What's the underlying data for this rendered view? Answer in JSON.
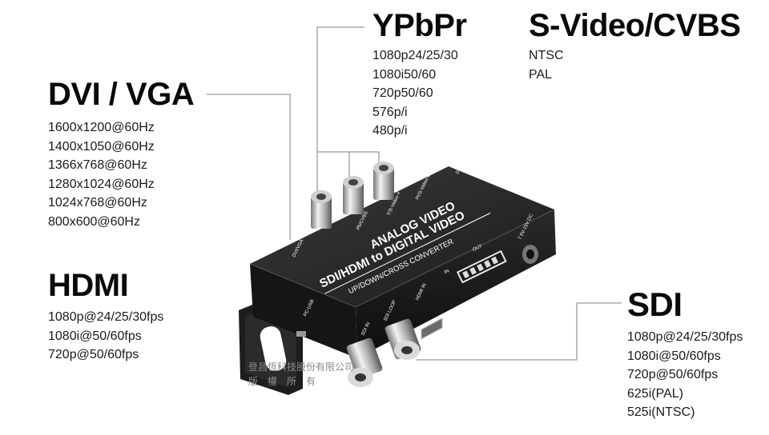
{
  "sections": {
    "dvi": {
      "title": "DVI / VGA",
      "items": [
        "1600x1200@60Hz",
        "1400x1050@60Hz",
        "1366x768@60Hz",
        "1280x1024@60Hz",
        "1024x768@60Hz",
        "800x600@60Hz"
      ]
    },
    "ypbpr": {
      "title": "YPbPr",
      "items": [
        "1080p24/25/30",
        "1080i50/60",
        "720p50/60",
        "576p/i",
        "480p/i"
      ]
    },
    "svideo": {
      "title": "S-Video/CVBS",
      "items": [
        "NTSC",
        "PAL"
      ]
    },
    "hdmi": {
      "title": "HDMI",
      "items": [
        "1080p@24/25/30fps",
        "1080i@50/60fps",
        "720p@50/60fps"
      ]
    },
    "sdi": {
      "title": "SDI",
      "items": [
        "1080p@24/25/30fps",
        "1080i@50/60fps",
        "720p@50/60fps",
        "625i(PAL)",
        "525i(NTSC)"
      ]
    }
  },
  "device": {
    "brand_line1": "SDI/HDMI to DIGITAL VIDEO",
    "brand_line2": "ANALOG VIDEO",
    "subtitle": "UP/DOWN/CROSS CONVERTER",
    "port_labels": {
      "dvi_vga": "DVI/VGA",
      "pb_cvbs": "Pb/CVBS",
      "y_svideo": "Y/S-Video-Y",
      "pr_svideo_c": "Pr/S-Video-C",
      "dip": "DIP",
      "power": "7.5V-15V DC",
      "sdi_in": "SDI IN",
      "sdi_loop": "SDI LOOP",
      "hdmi_in": "HDMI IN",
      "usb": "PC-USB",
      "in": "IN",
      "out": "OUT"
    }
  },
  "watermark": {
    "line1": "登昌恆科技股份有限公司",
    "line2": "版　權　所　有"
  }
}
